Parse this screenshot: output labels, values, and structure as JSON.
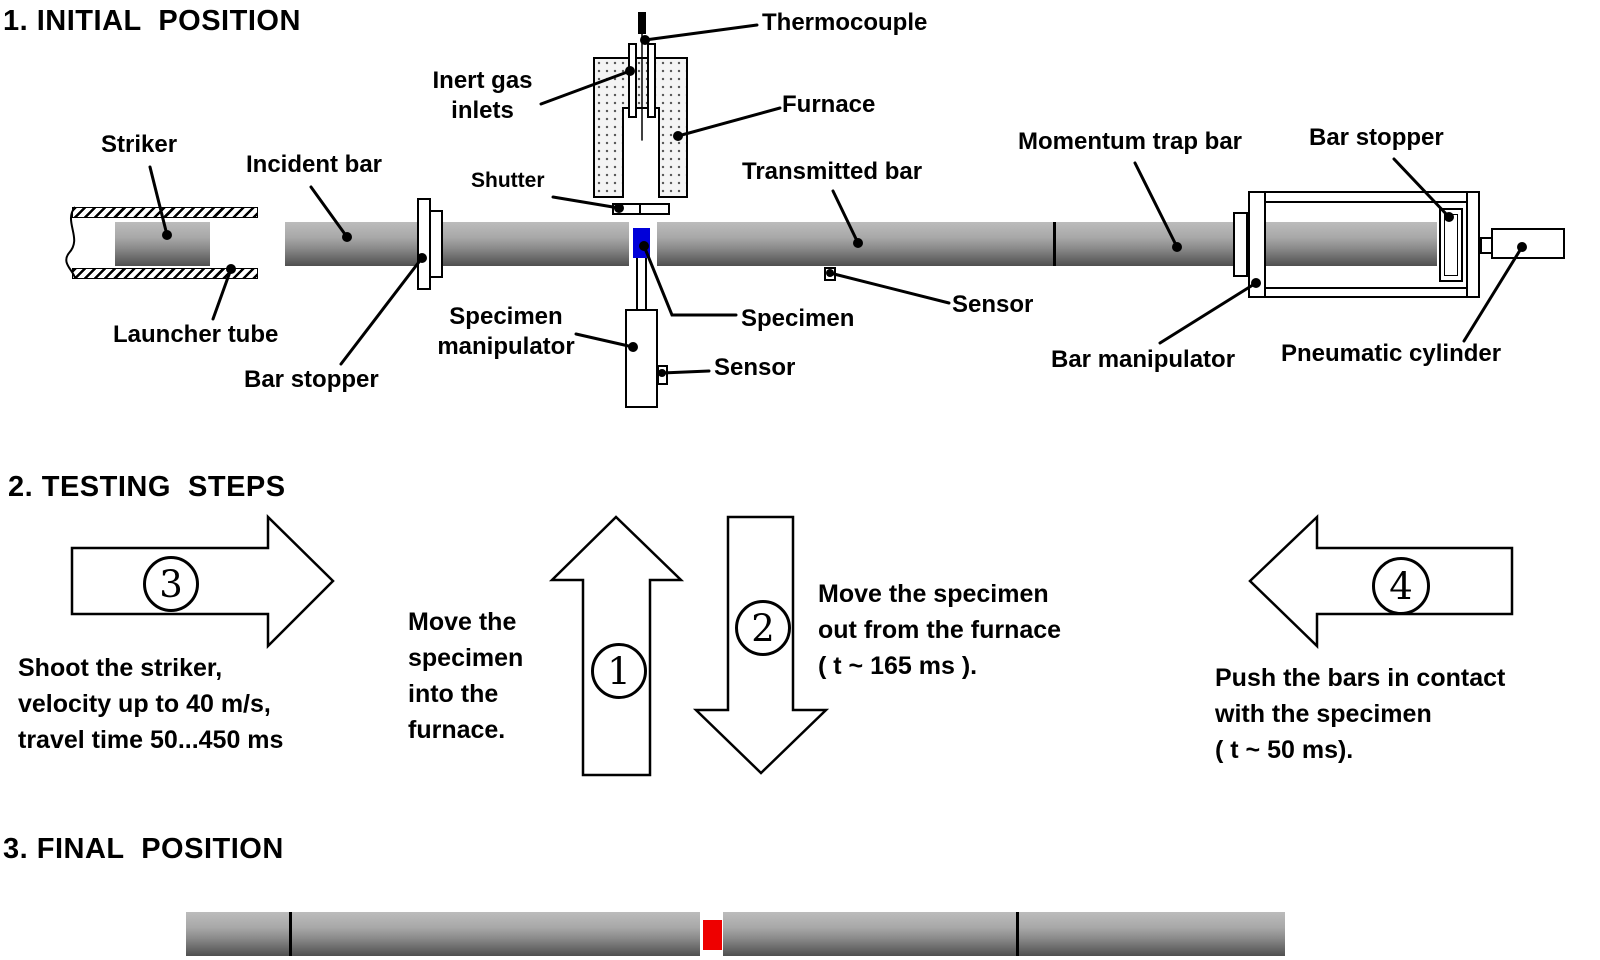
{
  "colors": {
    "specimen_hot": "#0000d9",
    "specimen_deformed": "#ee0000",
    "bar_gradient_top": "#bcbcbc",
    "bar_gradient_bottom": "#4f4f4f"
  },
  "initial": {
    "heading": "1. INITIAL  POSITION",
    "labels": {
      "striker": "Striker",
      "incident_bar": "Incident bar",
      "launcher_tube": "Launcher tube",
      "bar_stopper_left": "Bar stopper",
      "thermocouple": "Thermocouple",
      "inert_gas_inlets": "Inert gas\ninlets",
      "furnace": "Furnace",
      "shutter": "Shutter",
      "transmitted_bar": "Transmitted bar",
      "momentum_trap_bar": "Momentum trap bar",
      "bar_stopper_right": "Bar stopper",
      "specimen": "Specimen",
      "specimen_manipulator": "Specimen\nmanipulator",
      "sensor_manipulator": "Sensor",
      "sensor_bar": "Sensor",
      "bar_manipulator": "Bar manipulator",
      "pneumatic_cylinder": "Pneumatic cylinder"
    }
  },
  "steps": {
    "heading": "2. TESTING  STEPS",
    "step1": {
      "number": "1",
      "text": "Move the\nspecimen\ninto the\nfurnace."
    },
    "step2": {
      "number": "2",
      "text": "Move the specimen\nout from the furnace\n( t ~ 165 ms )."
    },
    "step3": {
      "number": "3",
      "text": "Shoot the striker,\nvelocity up to 40 m/s,\ntravel time 50...450 ms"
    },
    "step4": {
      "number": "4",
      "text": "Push the bars in contact\nwith the specimen\n( t ~ 50 ms)."
    }
  },
  "final": {
    "heading": "3. FINAL  POSITION"
  }
}
